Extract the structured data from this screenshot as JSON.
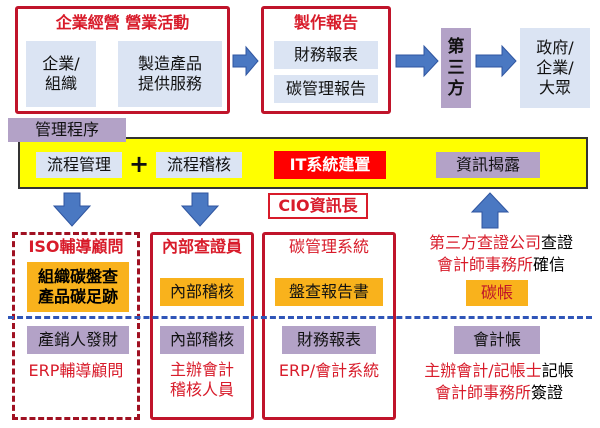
{
  "top": {
    "business_title": "企業經營 營業活動",
    "org_line1": "企業/",
    "org_line2": "組織",
    "service_line1": "製造產品",
    "service_line2": "提供服務",
    "report_title": "製作報告",
    "financial_report": "財務報表",
    "carbon_report": "碳管理報告",
    "third_party": [
      "第",
      "三",
      "方"
    ],
    "audience_line1": "政府/",
    "audience_line2": "企業/",
    "audience_line3": "大眾"
  },
  "band": {
    "label": "管理程序",
    "process_mgmt": "流程管理",
    "plus": "+",
    "process_audit": "流程稽核",
    "it_build": "IT系統建置",
    "disclosure": "資訊揭露"
  },
  "cio": "CIO資訊長",
  "col1": {
    "title": "ISO輔導顧問",
    "box_line1": "組織碳盤查",
    "box_line2": "產品碳足跡",
    "lower_box": "產銷人發財",
    "lower_text": "ERP輔導顧問"
  },
  "col2": {
    "title": "內部查證員",
    "box": "內部稽核",
    "lower_box": "內部稽核",
    "lower_line1": "主辦會計",
    "lower_line2": "稽核人員"
  },
  "col3": {
    "title": "碳管理系統",
    "box": "盤查報告書",
    "lower_box": "財務報表",
    "lower_text": "ERP/會計系統"
  },
  "col4": {
    "line1_red": "第三方查證公司",
    "line1_black": "查證",
    "line2_red": "會計師事務所",
    "line2_black": "確信",
    "box": "碳帳",
    "lower_box": "會計帳",
    "lower_line1_red": "主辦會計/記帳士",
    "lower_line1_black": "記帳",
    "lower_line2_red": "會計師事務所",
    "lower_line2_black": "簽證"
  },
  "colors": {
    "red": "#d81b2a",
    "blue_box": "#dbe4f3",
    "purple_box": "#b3a2c7",
    "yellow_band": "#ffff00",
    "orange_box": "#f9b21c",
    "arrow_blue": "#4a78c2"
  }
}
